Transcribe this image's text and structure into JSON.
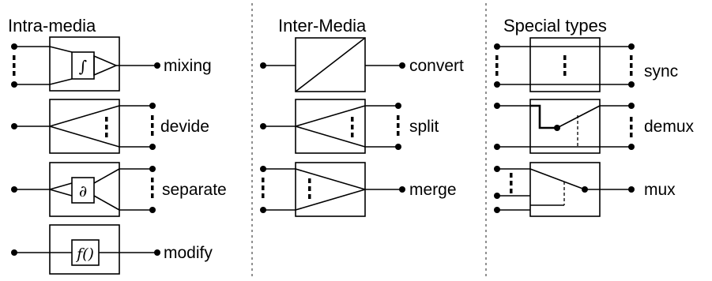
{
  "headers": {
    "intra": "Intra-media",
    "inter": "Inter-Media",
    "special": "Special types"
  },
  "labels": {
    "mixing": "mixing",
    "devide": "devide",
    "separate": "separate",
    "modify": "modify",
    "convert": "convert",
    "split": "split",
    "merge": "merge",
    "sync": "sync",
    "demux": "demux",
    "mux": "mux"
  },
  "symbols": {
    "integral": "∫",
    "partial": "∂",
    "function": "f()"
  }
}
